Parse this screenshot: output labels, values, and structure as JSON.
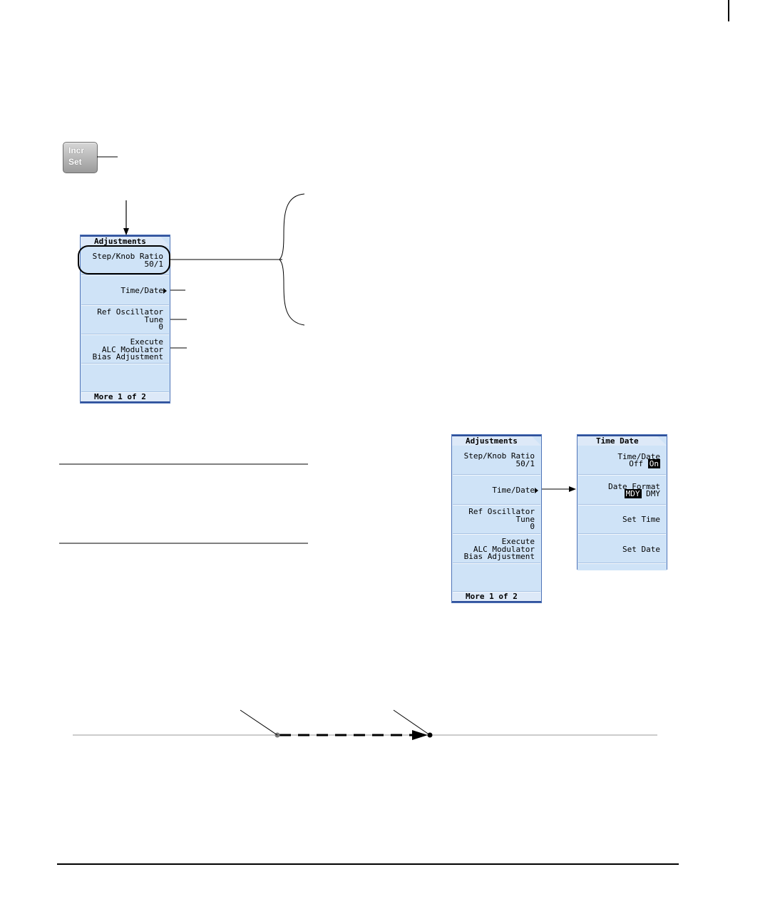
{
  "hardkey": {
    "line1": "Incr",
    "line2": "Set",
    "icon": "incr-set-hardkey"
  },
  "menu_adjustments": {
    "title": "Adjustments",
    "keys": [
      {
        "label": "Step/Knob Ratio\n50/1"
      },
      {
        "label": "Time/Date"
      },
      {
        "label": "Ref Oscillator\nTune\n0"
      },
      {
        "label": "Execute\nALC Modulator\nBias Adjustment"
      },
      {
        "label": ""
      }
    ],
    "footer": "More 1 of 2"
  },
  "menu_time_date": {
    "title": "Time Date",
    "keys": [
      {
        "line1": "Time/Date",
        "off": "Off",
        "on": "On"
      },
      {
        "line1": "Date Format",
        "mdy": "MDY",
        "dmy": "DMY"
      },
      {
        "label": "Set Time"
      },
      {
        "label": "Set Date"
      }
    ]
  },
  "colors": {
    "panel": "#cfe3f7",
    "panel_border": "#2e4f9a",
    "highlight": "#000000"
  }
}
